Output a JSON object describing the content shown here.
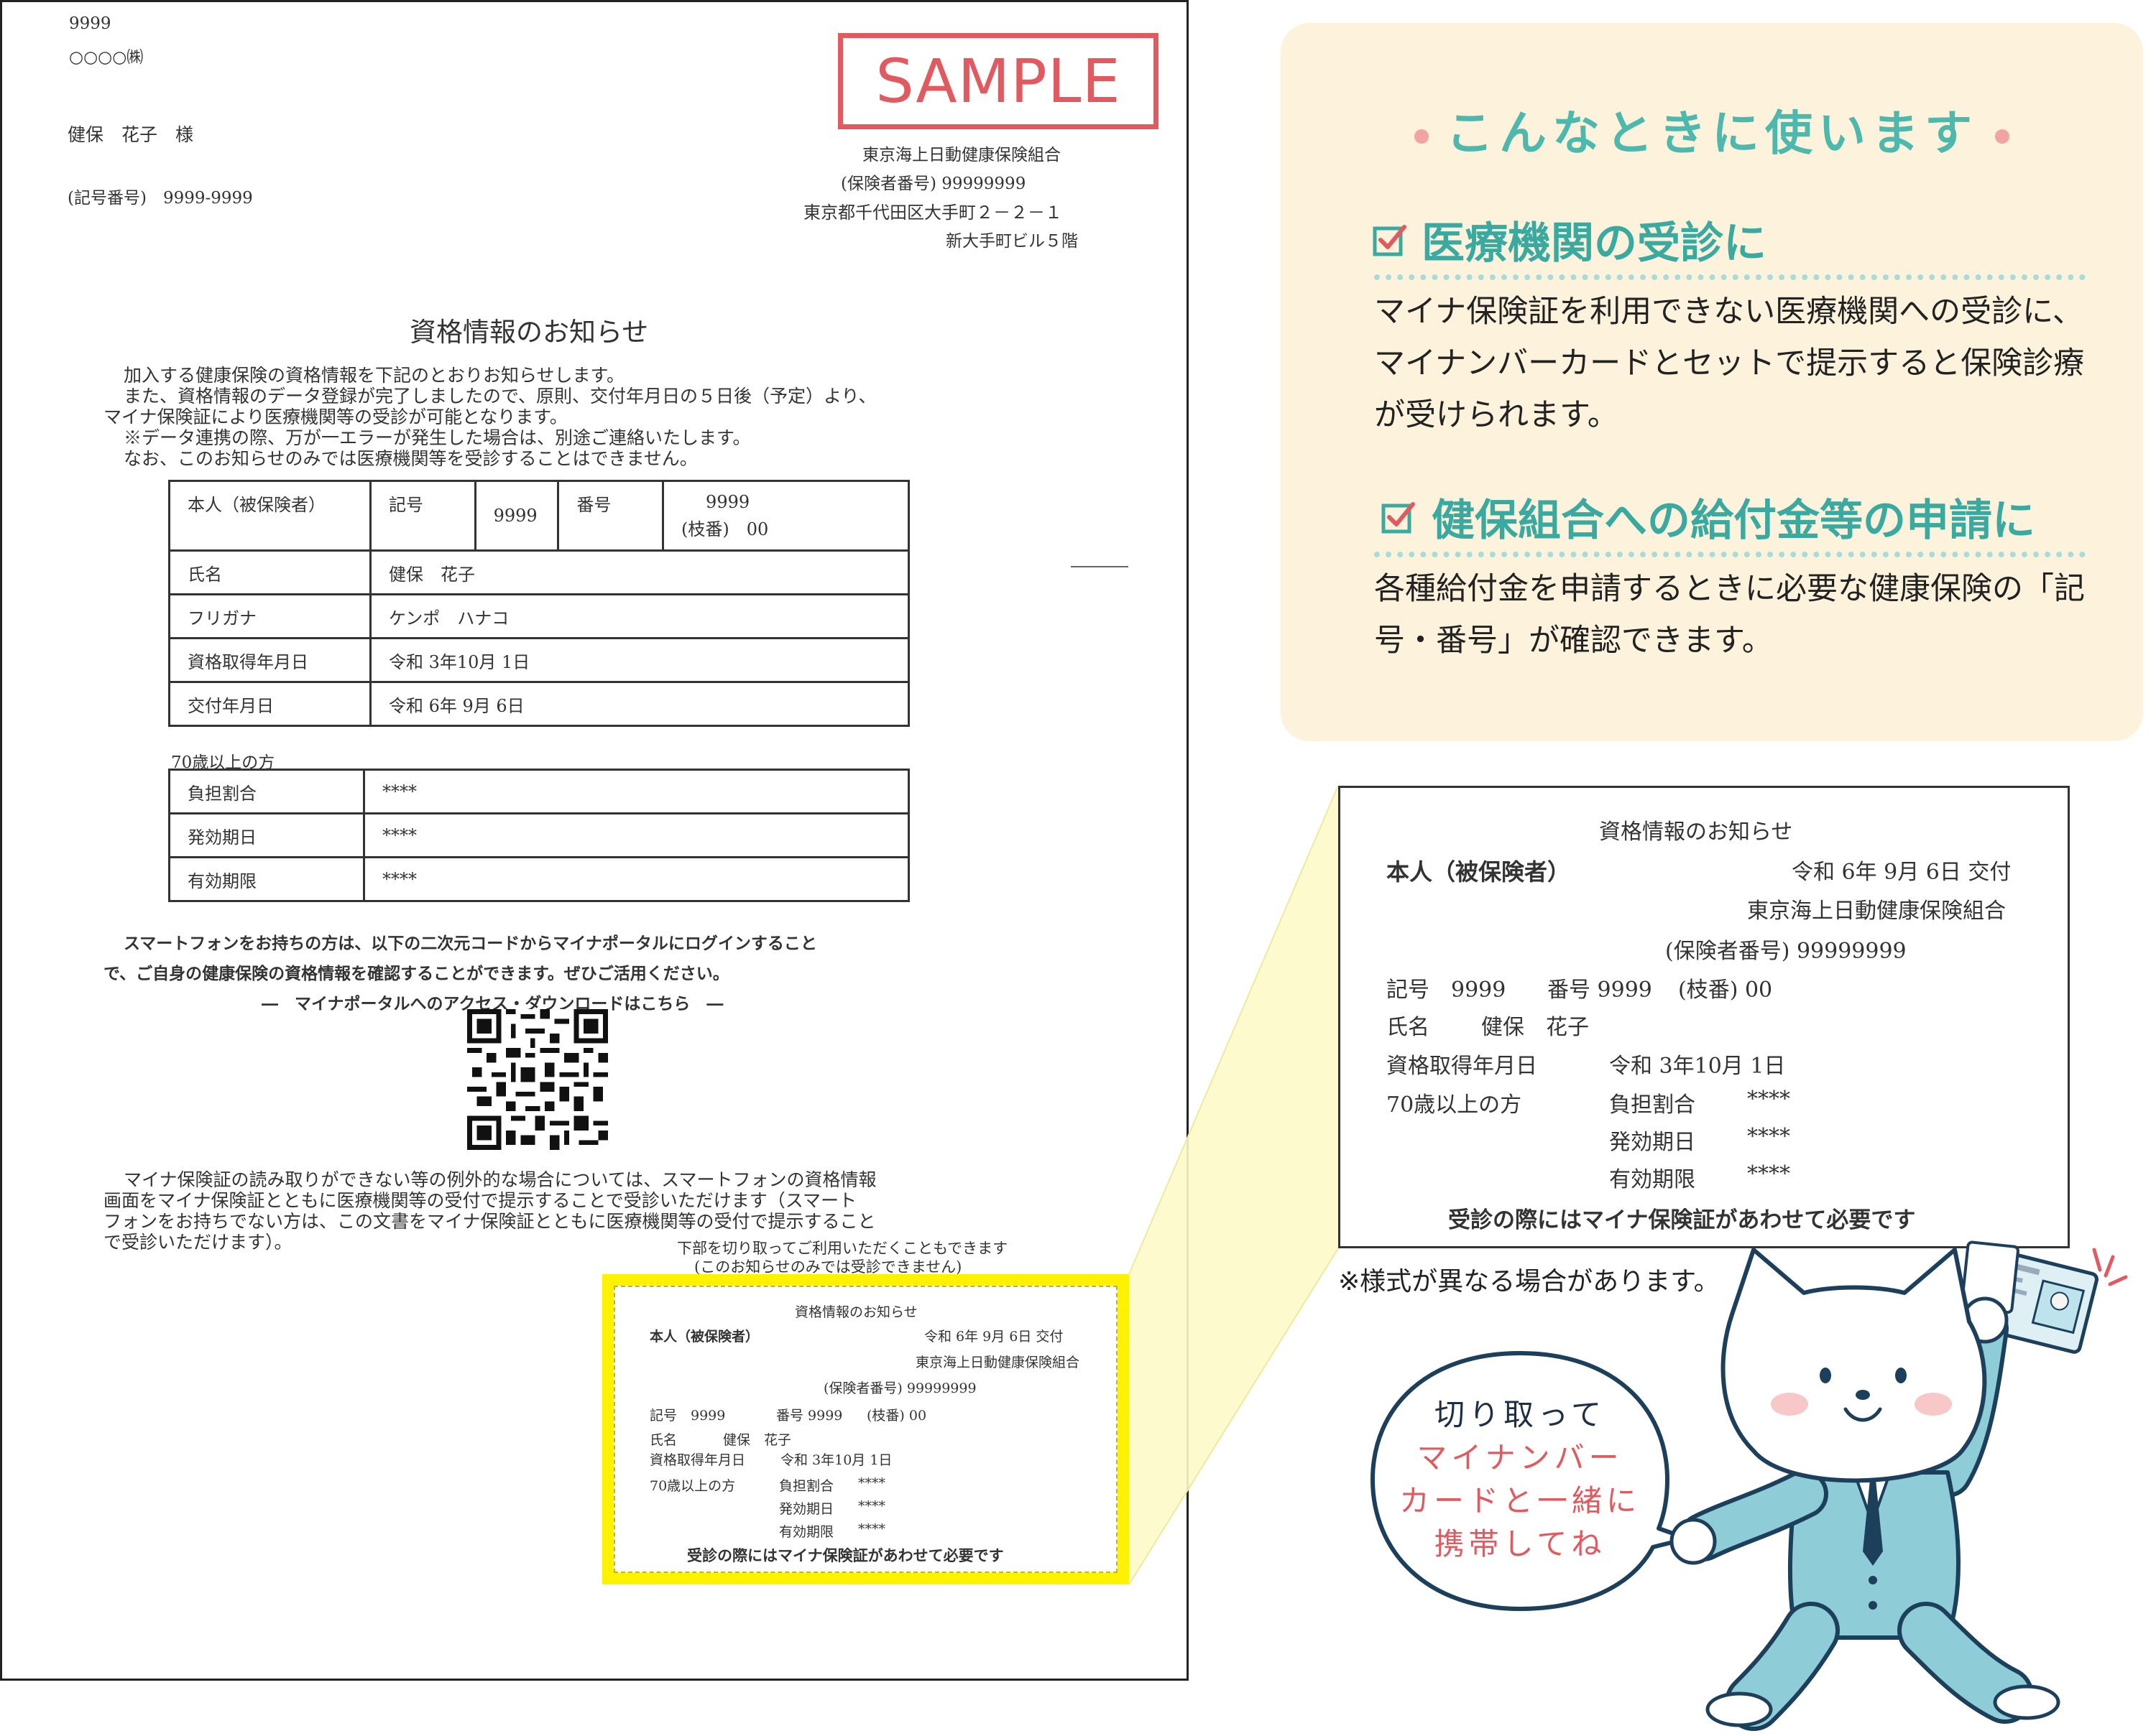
{
  "document": {
    "recipient_code": "9999",
    "company": "○○○○㈱",
    "recipient_name": "健保　花子　様",
    "symbol_number_line": "(記号番号)　9999-9999",
    "stamp": "SAMPLE",
    "issuer": {
      "name": "東京海上日動健康保険組合",
      "insurer_number": "(保険者番号) 99999999",
      "address_line1": "東京都千代田区大手町２－２－１",
      "address_line2": "新大手町ビル５階"
    },
    "title": "資格情報のお知らせ",
    "intro": [
      "加入する健康保険の資格情報を下記のとおりお知らせします。",
      "また、資格情報のデータ登録が完了しましたので、原則、交付年月日の５日後（予定）より、",
      "マイナ保険証により医療機関等の受診が可能となります。",
      "※データ連携の際、万が一エラーが発生した場合は、別途ご連絡いたします。",
      "なお、このお知らせのみでは医療機関等を受診することはできません。"
    ],
    "table": {
      "row1": {
        "label": "本人（被保険者）",
        "kigo_label": "記号",
        "kigo_value": "9999",
        "bango_label": "番号",
        "bango_value": "9999",
        "edaban": "(枝番)　00"
      },
      "rows": [
        {
          "label": "氏名",
          "value": "健保　花子"
        },
        {
          "label": "フリガナ",
          "value": "ケンポ　ハナコ"
        },
        {
          "label": "資格取得年月日",
          "value": "令和 3年10月 1日"
        },
        {
          "label": "交付年月日",
          "value": "令和 6年 9月 6日"
        }
      ]
    },
    "over70_label": "70歳以上の方",
    "over70_rows": [
      {
        "label": "負担割合",
        "value": "****"
      },
      {
        "label": "発効期日",
        "value": "****"
      },
      {
        "label": "有効期限",
        "value": "****"
      }
    ],
    "smartphone_text_1": "スマートフォンをお持ちの方は、以下の二次元コードからマイナポータルにログインすること",
    "smartphone_text_2": "で、ご自身の健康保険の資格情報を確認することができます。ぜひご活用ください。",
    "portal_access": "―　マイナポータルへのアクセス・ダウンロードはこちら　―",
    "exception_text": [
      "マイナ保険証の読み取りができない等の例外的な場合については、スマートフォンの資格情報",
      "画面をマイナ保険証とともに医療機関等の受付で提示することで受診いただけます（スマート",
      "フォンをお持ちでない方は、この文書をマイナ保険証とともに医療機関等の受付で提示すること",
      "で受診いただけます）。"
    ],
    "cut_note_1": "下部を切り取ってご利用いただくこともできます",
    "cut_note_2": "(このお知らせのみでは受診できません)"
  },
  "card": {
    "title": "資格情報のお知らせ",
    "person": "本人（被保険者）",
    "issued": "令和 6年 9月 6日 交付",
    "issuer": "東京海上日動健康保険組合",
    "insurer_number": "(保険者番号) 99999999",
    "kigo": "記号　9999",
    "bango": "番号 9999",
    "edaban": "(枝番) 00",
    "name_label": "氏名",
    "name_value": "健保　花子",
    "acquired_label": "資格取得年月日",
    "acquired_value": "令和 3年10月 1日",
    "over70_label": "70歳以上の方",
    "rows": [
      {
        "label": "負担割合",
        "value": "****"
      },
      {
        "label": "発効期日",
        "value": "****"
      },
      {
        "label": "有効期限",
        "value": "****"
      }
    ],
    "footer": "受診の際にはマイナ保険証があわせて必要です"
  },
  "panel": {
    "title": "こんなときに使います",
    "sections": [
      {
        "heading": "医療機関の受診に",
        "body": "マイナ保険証を利用できない医療機関への受診に、マイナンバーカードとセットで提示すると保険診療が受けられます。"
      },
      {
        "heading": "健保組合への給付金等の申請に",
        "body": "各種給付金を申請するときに必要な健康保険の「記号・番号」が確認できます。"
      }
    ]
  },
  "note": "※様式が異なる場合があります。",
  "bubble": {
    "line1": "切り取って",
    "line2": "マイナンバー",
    "line3": "カードと一緒に",
    "line4": "携帯してね"
  },
  "colors": {
    "teal": "#3aa9a0",
    "pink": "#e05a5f",
    "yellow": "#fff200",
    "panel_bg": "#fdf3dc",
    "suit": "#8ecdd8"
  }
}
